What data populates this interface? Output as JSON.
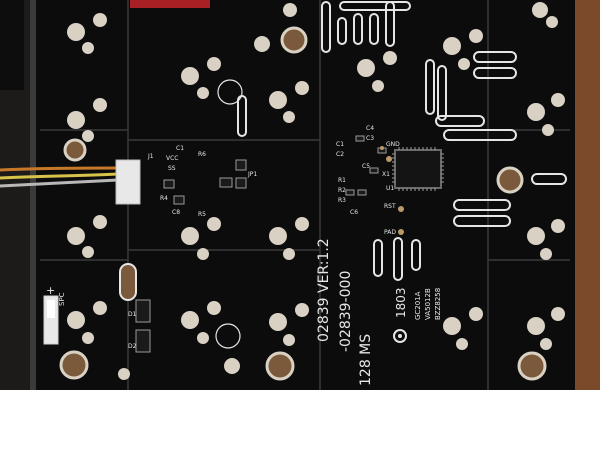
{
  "board": {
    "silk_model": "02839 VER:1.2",
    "silk_part": "-02839-000",
    "silk_size": "128 MS",
    "silk_chip_logo": "1803",
    "silk_chip_lines": [
      "GC201A",
      "VA5012B",
      "BZZ8258"
    ],
    "silk_spc": "SPC",
    "silk_plus": "+",
    "labels_left": [
      "J1",
      "R6",
      "R5",
      "R4",
      "C8",
      "VCC",
      "SS",
      "C1",
      "D1",
      "D2",
      "JP1"
    ],
    "labels_center": [
      "C1",
      "C2",
      "C4",
      "C3",
      "C5",
      "C6",
      "R1",
      "R2",
      "R3",
      "X1",
      "U1",
      "RST",
      "PAD",
      "GND"
    ]
  },
  "colors": {
    "pcb": "#0c0c0c",
    "silk": "#e6e6e6",
    "pad": "#d9d2c4",
    "copper": "#b89a6b",
    "wood": "#7a4a2a",
    "case": "#1d1b19"
  }
}
